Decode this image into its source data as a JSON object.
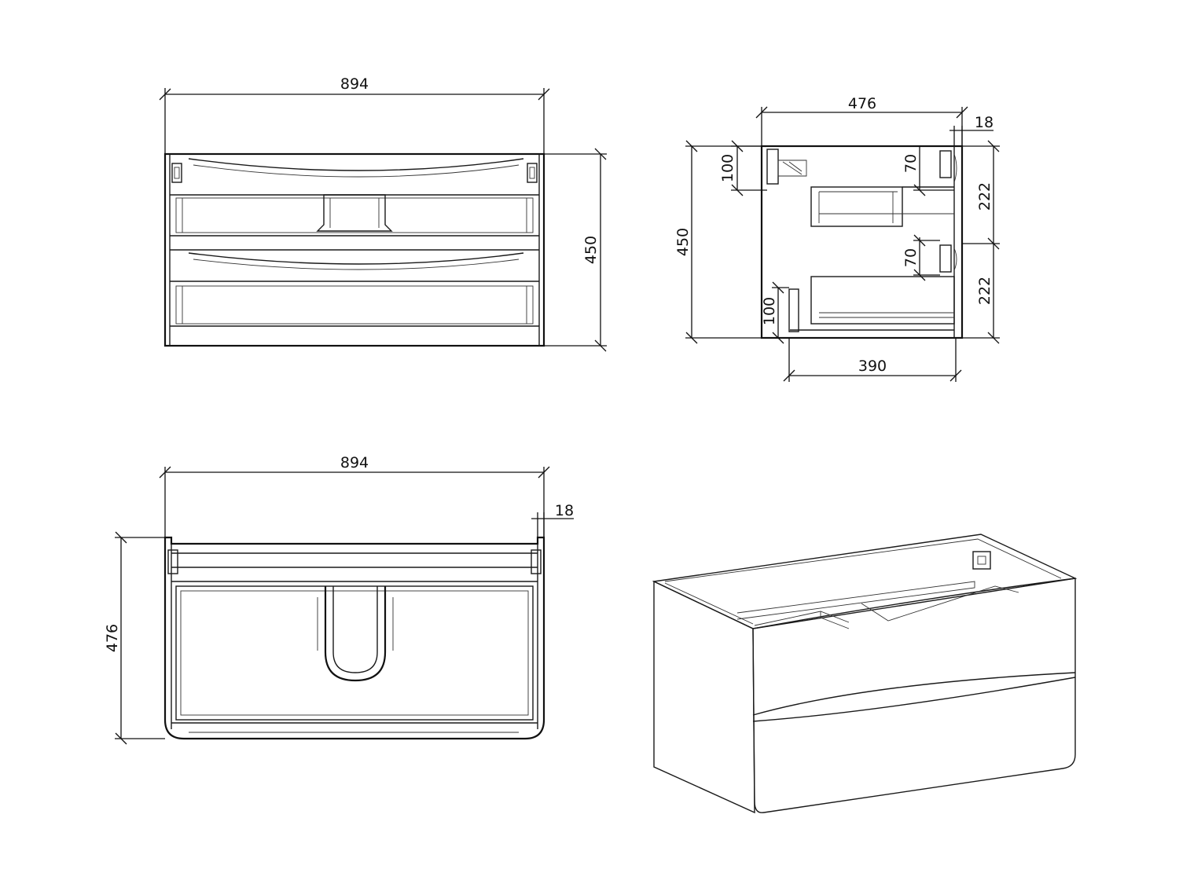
{
  "front_view": {
    "width_label": "894",
    "height_label": "450"
  },
  "side_view": {
    "depth_label": "476",
    "panel_label": "18",
    "height_label": "450",
    "upper_drawer_label": "222",
    "lower_drawer_label": "222",
    "top_offset_label": "100",
    "upper_gap_label": "70",
    "lower_gap_label": "70",
    "bottom_offset_label": "100",
    "drawer_depth_label": "390"
  },
  "top_view": {
    "width_label": "894",
    "panel_label": "18",
    "depth_label": "476"
  }
}
